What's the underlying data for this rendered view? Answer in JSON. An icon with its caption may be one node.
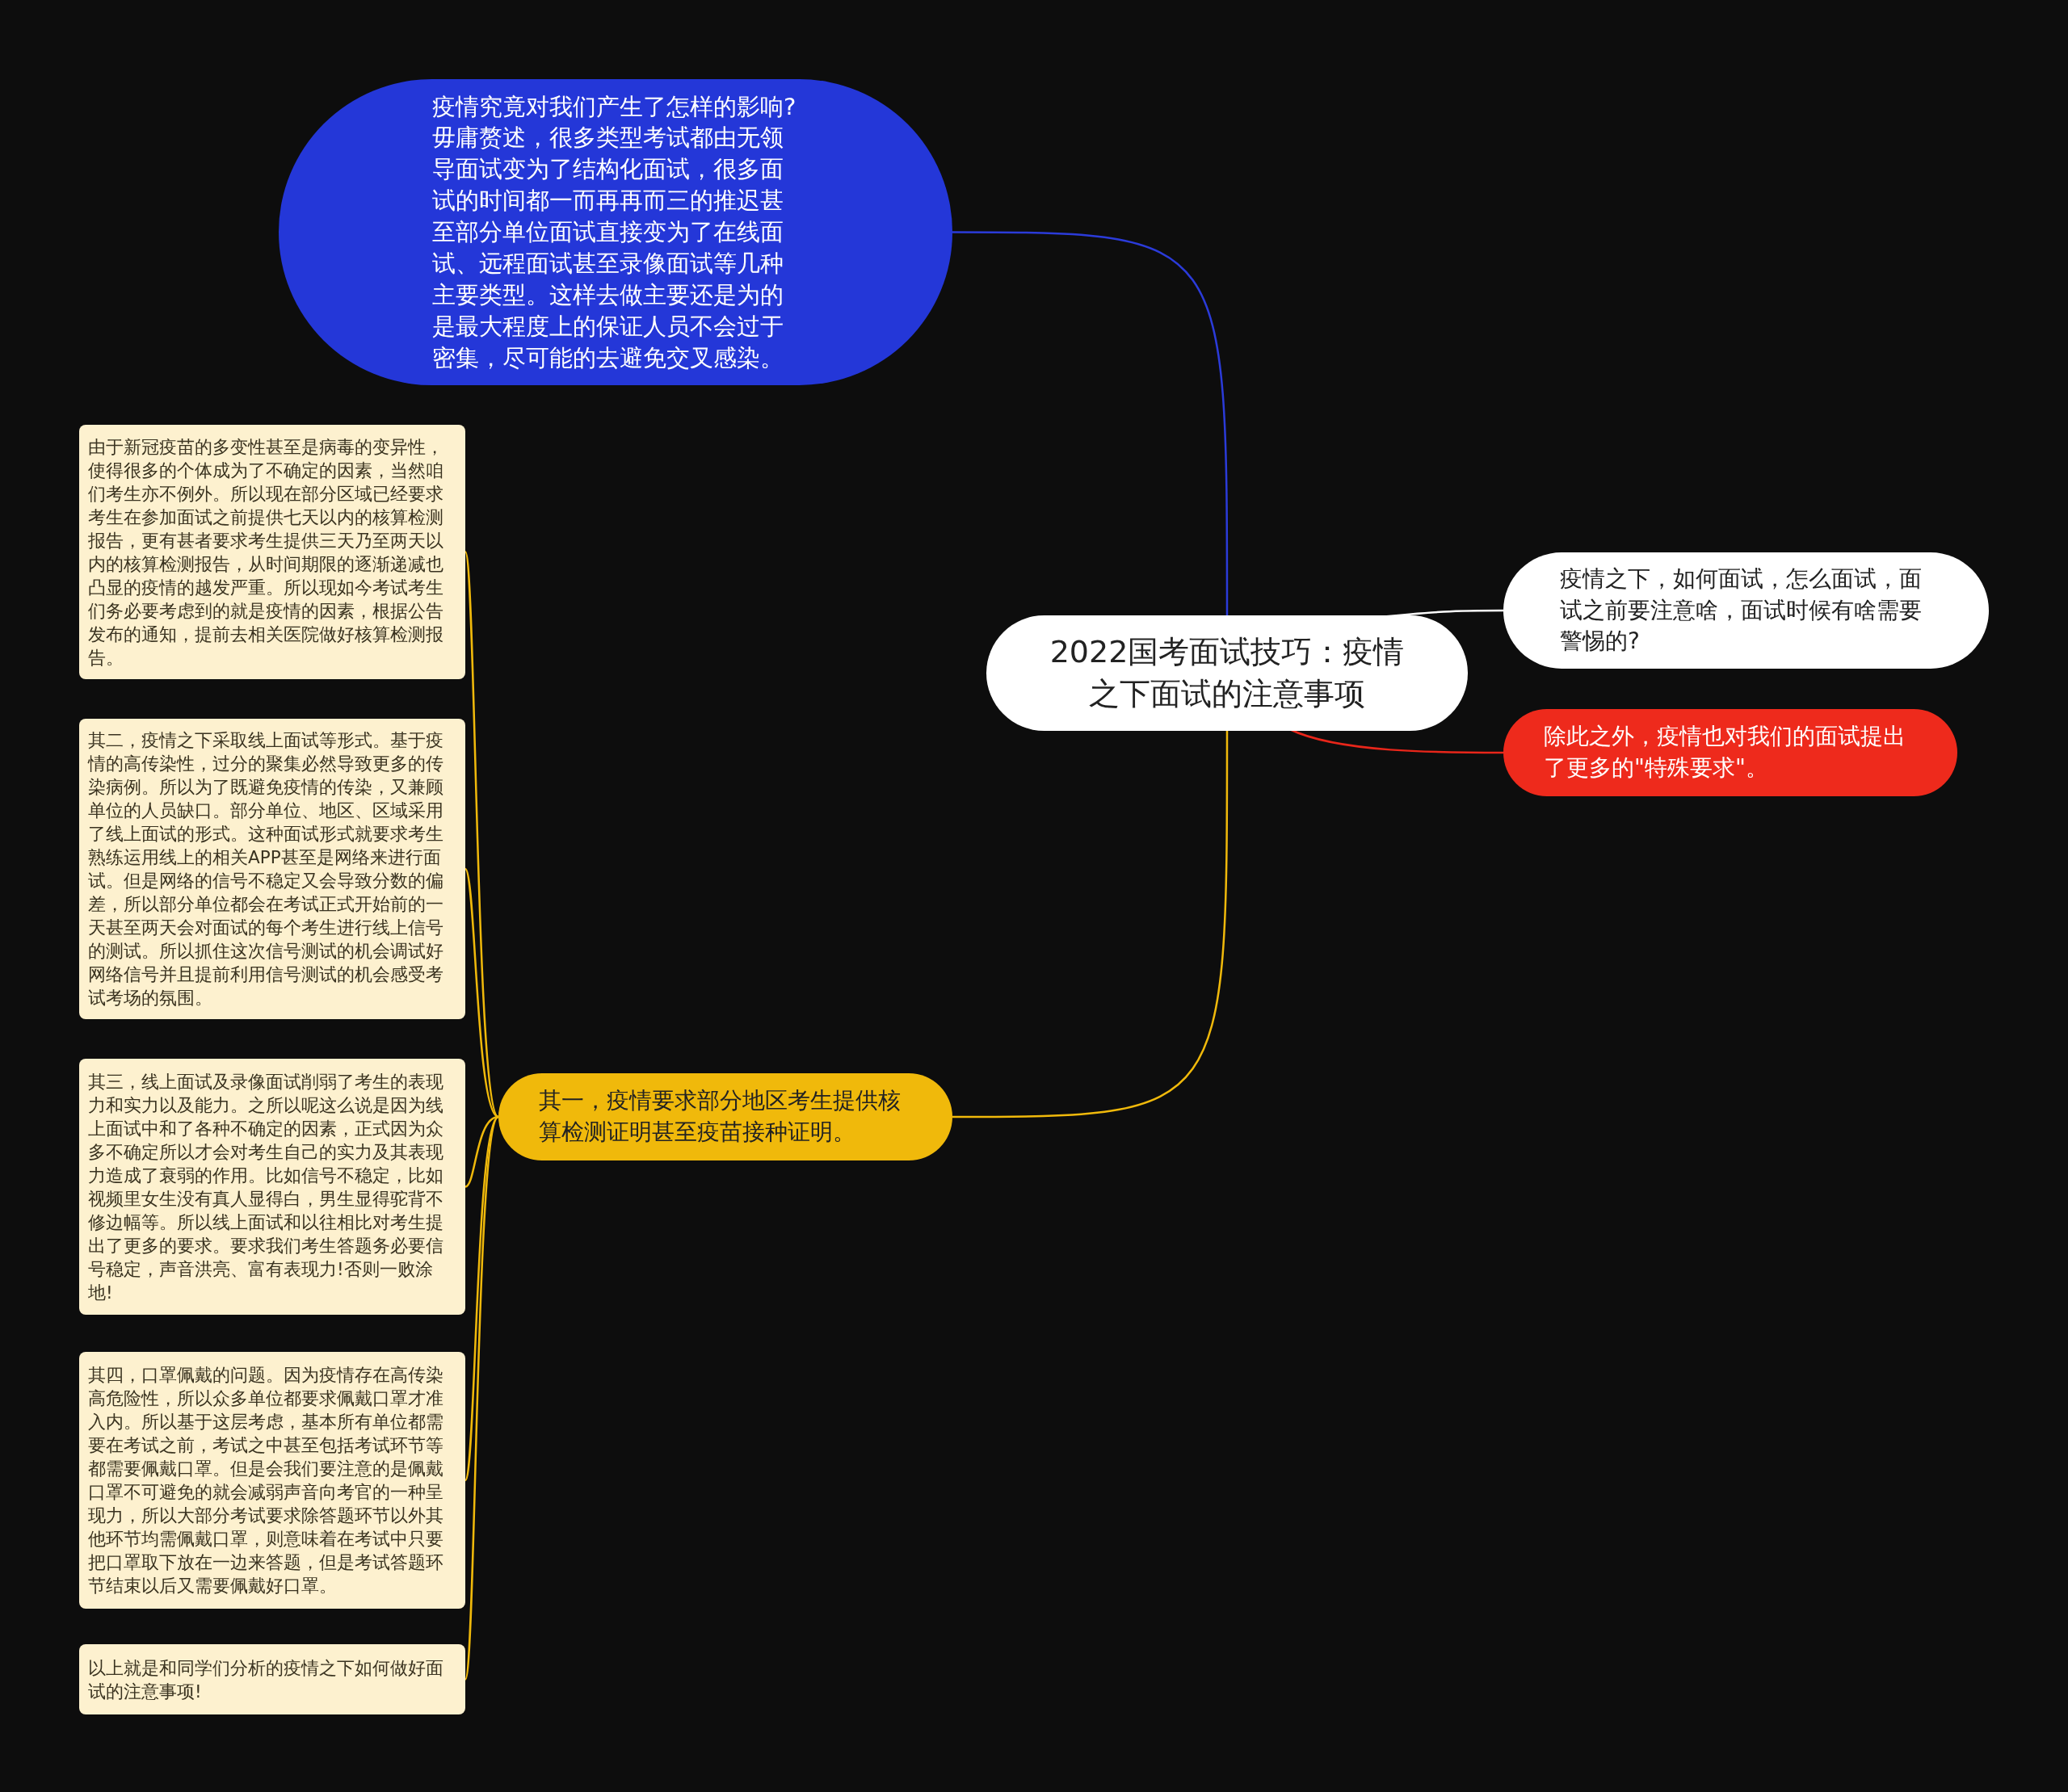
{
  "diagram": {
    "nodes": [
      {
        "text": [
          "2022国考面试技巧：疫情之下面试的注意事项"
        ]
      },
      {
        "text": [
          "疫情究竟对我们产生了怎样的影响?毋庸赘述，很多类型考试都由无领导面试变为了结构化面试，很多面试的时间都一而再再而三的推迟甚至部分单位面试直接变为了在线面试、远程面试甚至录像面试等几种主要类型。这样去做主要还是为的是最大程度上的保证人员不会过于密集，尽可能的去避免交叉感染。"
        ]
      },
      {
        "text": [
          "疫情之下，如何面试，怎么面试，面试之前要注意啥，面试时候有啥需要警惕的?"
        ]
      },
      {
        "text": [
          "除此之外，疫情也对我们的面试提出了更多的\"特殊要求\"。"
        ]
      },
      {
        "text": [
          "其一，疫情要求部分地区考生提供核算检测证明甚至疫苗接种证明。"
        ]
      },
      {
        "text": [
          "由于新冠疫苗的多变性甚至是病毒的变异性，使得很多的个体成为了不确定的因素，当然咱们考生亦不例外。所以现在部分区域已经要求考生在参加面试之前提供七天以内的核算检测报告，更有甚者要求考生提供三天乃至两天以内的核算检测报告，从时间期限的逐渐递减也凸显的疫情的越发严重。所以现如今考试考生们务必要考虑到的就是疫情的因素，根据公告发布的通知，提前去相关医院做好核算检测报告。"
        ]
      },
      {
        "text": [
          "其二，疫情之下采取线上面试等形式。基于疫情的高传染性，过分的聚集必然导致更多的传染病例。所以为了既避免疫情的传染，又兼顾单位的人员缺口。部分单位、地区、区域采用了线上面试的形式。这种面试形式就要求考生熟练运用线上的相关APP甚至是网络来进行面试。但是网络的信号不稳定又会导致分数的偏差，所以部分单位都会在考试正式开始前的一天甚至两天会对面试的每个考生进行线上信号的测试。所以抓住这次信号测试的机会调试好网络信号并且提前利用信号测试的机会感受考试考场的氛围。"
        ]
      },
      {
        "text": [
          "其三，线上面试及录像面试削弱了考生的表现力和实力以及能力。之所以呢这么说是因为线上面试中和了各种不确定的因素，正式因为众多不确定所以才会对考生自己的实力及其表现力造成了衰弱的作用。比如信号不稳定，比如视频里女生没有真人显得白，男生显得驼背不修边幅等。所以线上面试和以往相比对考生提出了更多的要求。要求我们考生答题务必要信号稳定，声音洪亮、富有表现力!否则一败涂地!"
        ]
      },
      {
        "text": [
          "其四，口罩佩戴的问题。因为疫情存在高传染高危险性，所以众多单位都要求佩戴口罩才准入内。所以基于这层考虑，基本所有单位都需要在考试之前，考试之中甚至包括考试环节等都需要佩戴口罩。但是会我们要注意的是佩戴口罩不可避免的就会减弱声音向考官的一种呈现力，所以大部分考试要求除答题环节以外其他环节均需佩戴口罩，则意味着在考试中只要把口罩取下放在一边来答题，但是考试答题环节结束以后又需要佩戴好口罩。"
        ]
      },
      {
        "text": [
          "以上就是和同学们分析的疫情之下如何做好面试的注意事项!"
        ]
      }
    ],
    "edges": [
      {
        "from": 0,
        "to": 1,
        "arrow": "none",
        "color": "#2b3bd9"
      },
      {
        "from": 0,
        "to": 2,
        "arrow": "none",
        "color": "#ffffff"
      },
      {
        "from": 0,
        "to": 3,
        "arrow": "none",
        "color": "#e8261a"
      },
      {
        "from": 0,
        "to": 4,
        "arrow": "none"
      },
      {
        "from": 4,
        "to": 5,
        "arrow": "none"
      },
      {
        "from": 4,
        "to": 6,
        "arrow": "none"
      },
      {
        "from": 4,
        "to": 7,
        "arrow": "none"
      },
      {
        "from": 4,
        "to": 8,
        "arrow": "none"
      },
      {
        "from": 4,
        "to": 9,
        "arrow": "none"
      }
    ]
  }
}
